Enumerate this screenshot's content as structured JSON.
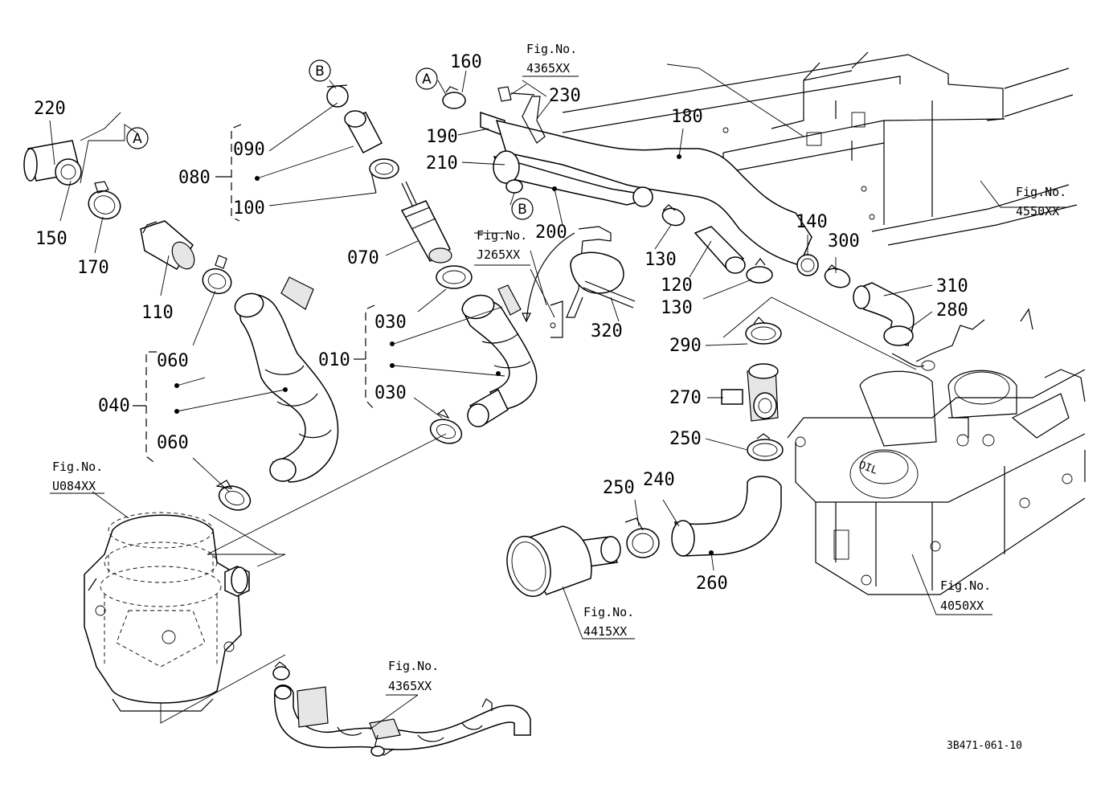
{
  "parts": {
    "p220": "220",
    "p150": "150",
    "p170": "170",
    "p110": "110",
    "p060a": "060",
    "p040": "040",
    "p060b": "060",
    "p090": "090",
    "p080": "080",
    "p100": "100",
    "p070": "070",
    "p030a": "030",
    "p010": "010",
    "p030b": "030",
    "p160": "160",
    "p190": "190",
    "p210": "210",
    "p230": "230",
    "p180": "180",
    "p200": "200",
    "p320": "320",
    "p130a": "130",
    "p120": "120",
    "p130b": "130",
    "p140": "140",
    "p300": "300",
    "p310": "310",
    "p280": "280",
    "p290": "290",
    "p270": "270",
    "p250a": "250",
    "p250b": "250",
    "p240": "240",
    "p260": "260"
  },
  "refs": {
    "refA1": "A",
    "refA2": "A",
    "refB1": "B",
    "refB2": "B"
  },
  "figs": {
    "fig4365top": {
      "label": "Fig.No.",
      "code": "4365XX"
    },
    "figJ265": {
      "label": "Fig.No.",
      "code": "J265XX"
    },
    "fig4550": {
      "label": "Fig.No.",
      "code": "4550XX"
    },
    "figU084": {
      "label": "Fig.No.",
      "code": "U084XX"
    },
    "fig4050": {
      "label": "Fig.No.",
      "code": "4050XX"
    },
    "fig4415": {
      "label": "Fig.No.",
      "code": "4415XX"
    },
    "fig4365bot": {
      "label": "Fig.No.",
      "code": "4365XX"
    }
  },
  "drawing_code": "3B471-061-10"
}
